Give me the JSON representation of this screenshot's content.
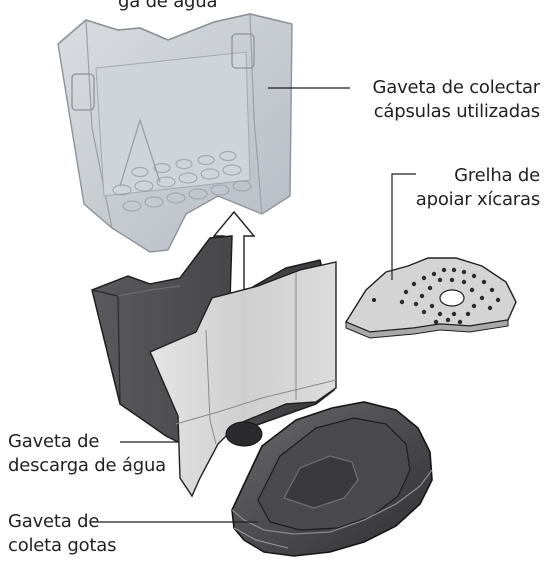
{
  "labels": {
    "top_cut": "ga de água",
    "capsule_drawer_line1": "Gaveta de colectar",
    "capsule_drawer_line2": "cápsulas utilizadas",
    "cup_grid_line1": "Grelha de",
    "cup_grid_line2": "apoiar xícaras",
    "water_drawer_line1": "Gaveta de",
    "water_drawer_line2": "descarga de água",
    "drip_tray_line1": "Gaveta de",
    "drip_tray_line2": "coleta gotas"
  },
  "colors": {
    "text": "#231f20",
    "leader_line": "#231f20",
    "translucent_part": "#c9cdd1",
    "dark_part": "#4a4a4c",
    "light_panel": "#d6d6d6"
  }
}
